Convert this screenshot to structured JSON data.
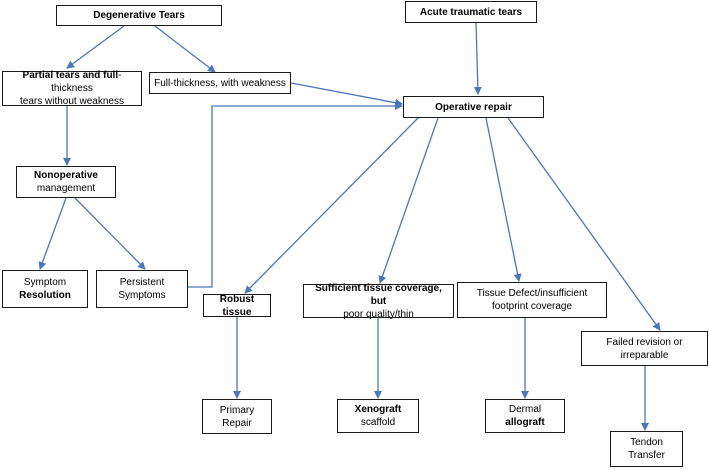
{
  "diagram": {
    "accent_color": "#4a77bb",
    "nodes": {
      "degenerative": {
        "text": "Degenerative Tears"
      },
      "acute": {
        "text": "Acute traumatic tears"
      },
      "partial": {
        "line1_bold": "Partial tears and full",
        "line1_rest": "-thickness",
        "line2": "tears without weakness"
      },
      "full_weak": {
        "text": "Full-thickness, with weakness"
      },
      "operative": {
        "text": "Operative repair"
      },
      "nonoperative": {
        "line1": "Nonoperative",
        "line2": "management"
      },
      "symptom": {
        "line1": "Symptom",
        "line2": "Resolution"
      },
      "persistent": {
        "line1": "Persistent",
        "line2": "Symptoms"
      },
      "robust": {
        "text": "Robust tissue"
      },
      "sufficient": {
        "line1": "Sufficient tissue coverage, but",
        "line2": "poor quality/thin"
      },
      "defect": {
        "line1": "Tissue Defect/insufficient",
        "line2": "footprint coverage"
      },
      "failed": {
        "line1": "Failed revision or",
        "line2": "irreparable"
      },
      "primary": {
        "line1": "Primary",
        "line2": "Repair"
      },
      "xenograft": {
        "line1": "Xenograft",
        "line2": "scaffold"
      },
      "dermal": {
        "line1": "Dermal",
        "line2": "allograft"
      },
      "tendon": {
        "line1": "Tendon",
        "line2": "Transfer"
      }
    }
  }
}
